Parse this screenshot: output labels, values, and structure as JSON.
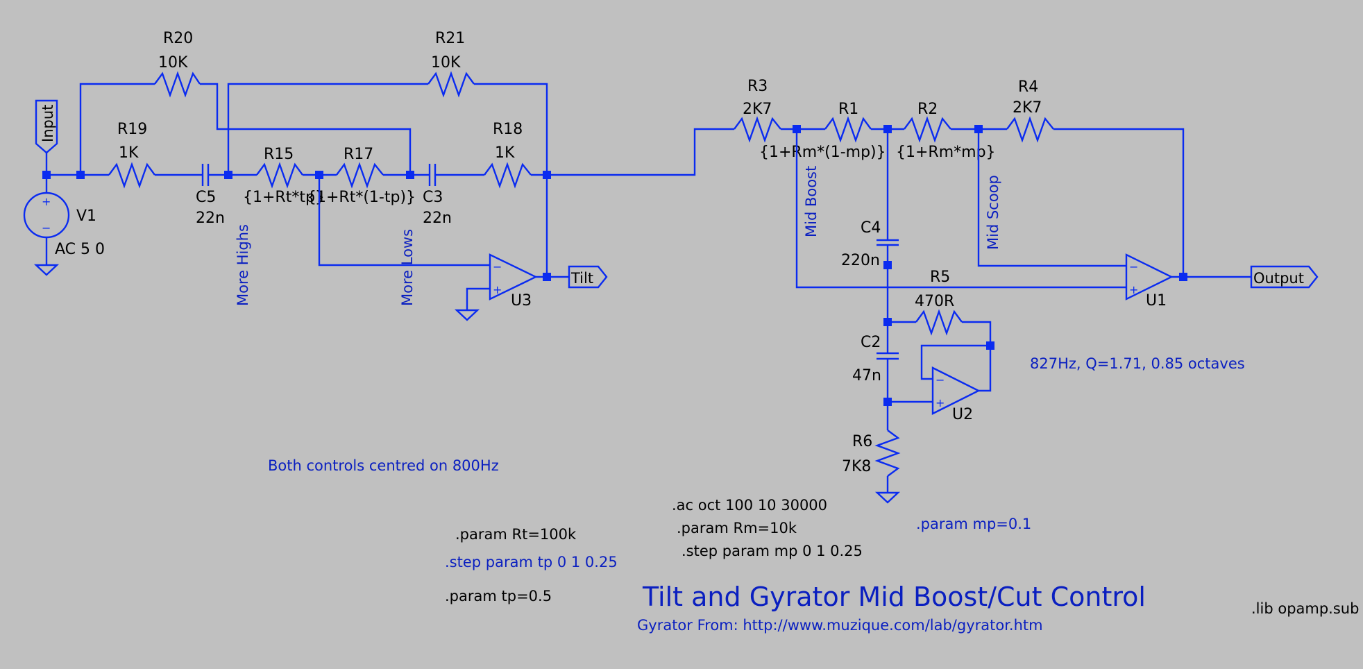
{
  "schematic": {
    "title": "Tilt and Gyrator Mid Boost/Cut Control",
    "subtitle": "Gyrator From: http://www.muzique.com/lab/gyrator.htm",
    "colors": {
      "wire": "#0a2bf0",
      "comment": "#0a1fc0",
      "background": "#c0c0c0",
      "text": "#000000"
    },
    "net_labels": {
      "input": "Input",
      "tilt": "Tilt",
      "output": "Output"
    },
    "source": {
      "name": "V1",
      "value": "AC 5 0",
      "plus": "+",
      "minus": "−"
    },
    "components": {
      "R20": {
        "name": "R20",
        "value": "10K"
      },
      "R21": {
        "name": "R21",
        "value": "10K"
      },
      "R19": {
        "name": "R19",
        "value": "1K"
      },
      "R15": {
        "name": "R15",
        "value": "{1+Rt*tp}"
      },
      "R17": {
        "name": "R17",
        "value": "{1+Rt*(1-tp)}"
      },
      "R18": {
        "name": "R18",
        "value": "1K"
      },
      "C5": {
        "name": "C5",
        "value": "22n"
      },
      "C3": {
        "name": "C3",
        "value": "22n"
      },
      "U3": {
        "name": "U3"
      },
      "R3": {
        "name": "R3",
        "value": "2K7"
      },
      "R1": {
        "name": "R1",
        "value": "{1+Rm*(1-mp)}"
      },
      "R2": {
        "name": "R2",
        "value": "{1+Rm*mp}"
      },
      "R4": {
        "name": "R4",
        "value": "2K7"
      },
      "C4": {
        "name": "C4",
        "value": "220n"
      },
      "R5": {
        "name": "R5",
        "value": "470R"
      },
      "C2": {
        "name": "C2",
        "value": "47n"
      },
      "U2": {
        "name": "U2"
      },
      "U1": {
        "name": "U1"
      },
      "R6": {
        "name": "R6",
        "value": "7K8"
      }
    },
    "control_labels": {
      "more_highs": "More Highs",
      "more_lows": "More Lows",
      "mid_boost": "Mid Boost",
      "mid_scoop": "Mid Scoop"
    },
    "comments": {
      "centred": "Both controls centred on 800Hz",
      "gyrator_spec": "827Hz, Q=1.71, 0.85 octaves"
    },
    "directives": {
      "param_rt": ".param Rt=100k",
      "step_tp": ".step param tp 0 1 0.25",
      "param_tp": ".param tp=0.5",
      "ac": ".ac oct 100 10 30000",
      "param_rm": ".param Rm=10k",
      "step_mp": ".step param mp 0 1 0.25",
      "param_mp": ".param mp=0.1",
      "lib": ".lib opamp.sub"
    },
    "opamp_pins": {
      "minus": "−",
      "plus": "+"
    }
  }
}
